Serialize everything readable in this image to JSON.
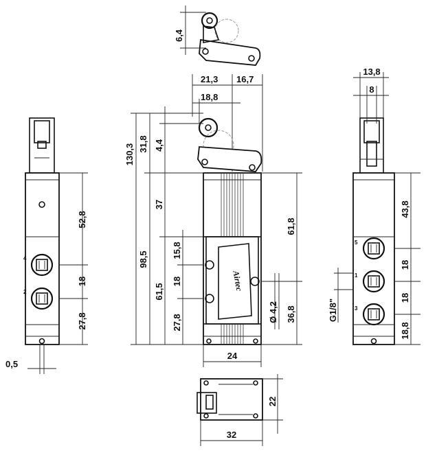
{
  "dimensions": {
    "lever_offset": "6,4",
    "lever_span_left": "21,3",
    "lever_span_right": "16,7",
    "lever_pivot": "18,8",
    "overall_height": "130,3",
    "head_height": "31,8",
    "head_small": "4,4",
    "body_height": "98,5",
    "upper_body": "37",
    "port_top": "15,8",
    "lower_body": "61,5",
    "port_pitch": "18",
    "port_bottom": "27,8",
    "side_right_height": "61,8",
    "mount_hole": "Ø 4,2",
    "mount_height": "36,8",
    "base_width": "24",
    "side_offset": "0,5",
    "left_upper": "52,8",
    "left_pitch": "18",
    "left_lower": "27,8",
    "right_width_outer": "13,8",
    "right_width_inner": "8",
    "right_upper": "43,8",
    "right_pitch_1": "18",
    "right_pitch_2": "18",
    "right_lower": "18,8",
    "thread": "G1/8\"",
    "bottom_depth": "22",
    "bottom_width": "32"
  },
  "port_labels": {
    "left_upper": "4",
    "left_lower": "2",
    "right_top": "5",
    "right_mid": "1",
    "right_bottom": "3"
  },
  "brand": "Airtec"
}
